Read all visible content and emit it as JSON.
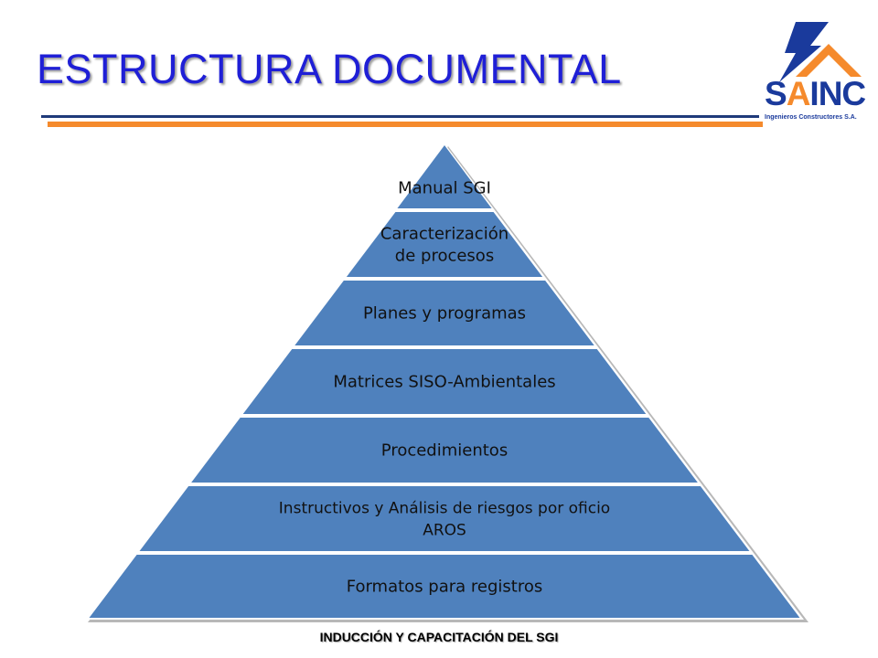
{
  "title": "ESTRUCTURA DOCUMENTAL",
  "logo": {
    "name_part1": "S",
    "name_highlight": "A",
    "name_part2": "INC",
    "subtitle": "Ingenieros Constructores S.A.",
    "colors": {
      "blue": "#1a3a9c",
      "orange": "#f58a2c"
    }
  },
  "pyramid": {
    "fill_color": "#4f81bd",
    "levels": [
      {
        "lines": [
          "Manual SGI"
        ]
      },
      {
        "lines": [
          "Caracterización",
          "de procesos"
        ]
      },
      {
        "lines": [
          "Planes y programas"
        ]
      },
      {
        "lines": [
          "Matrices SISO-Ambientales"
        ]
      },
      {
        "lines": [
          "Procedimientos"
        ]
      },
      {
        "lines": [
          "Instructivos y Análisis de riesgos por oficio",
          "AROS"
        ]
      },
      {
        "lines": [
          "Formatos para registros"
        ]
      }
    ]
  },
  "footer": "INDUCCIÓN Y CAPACITACIÓN DEL SGI"
}
